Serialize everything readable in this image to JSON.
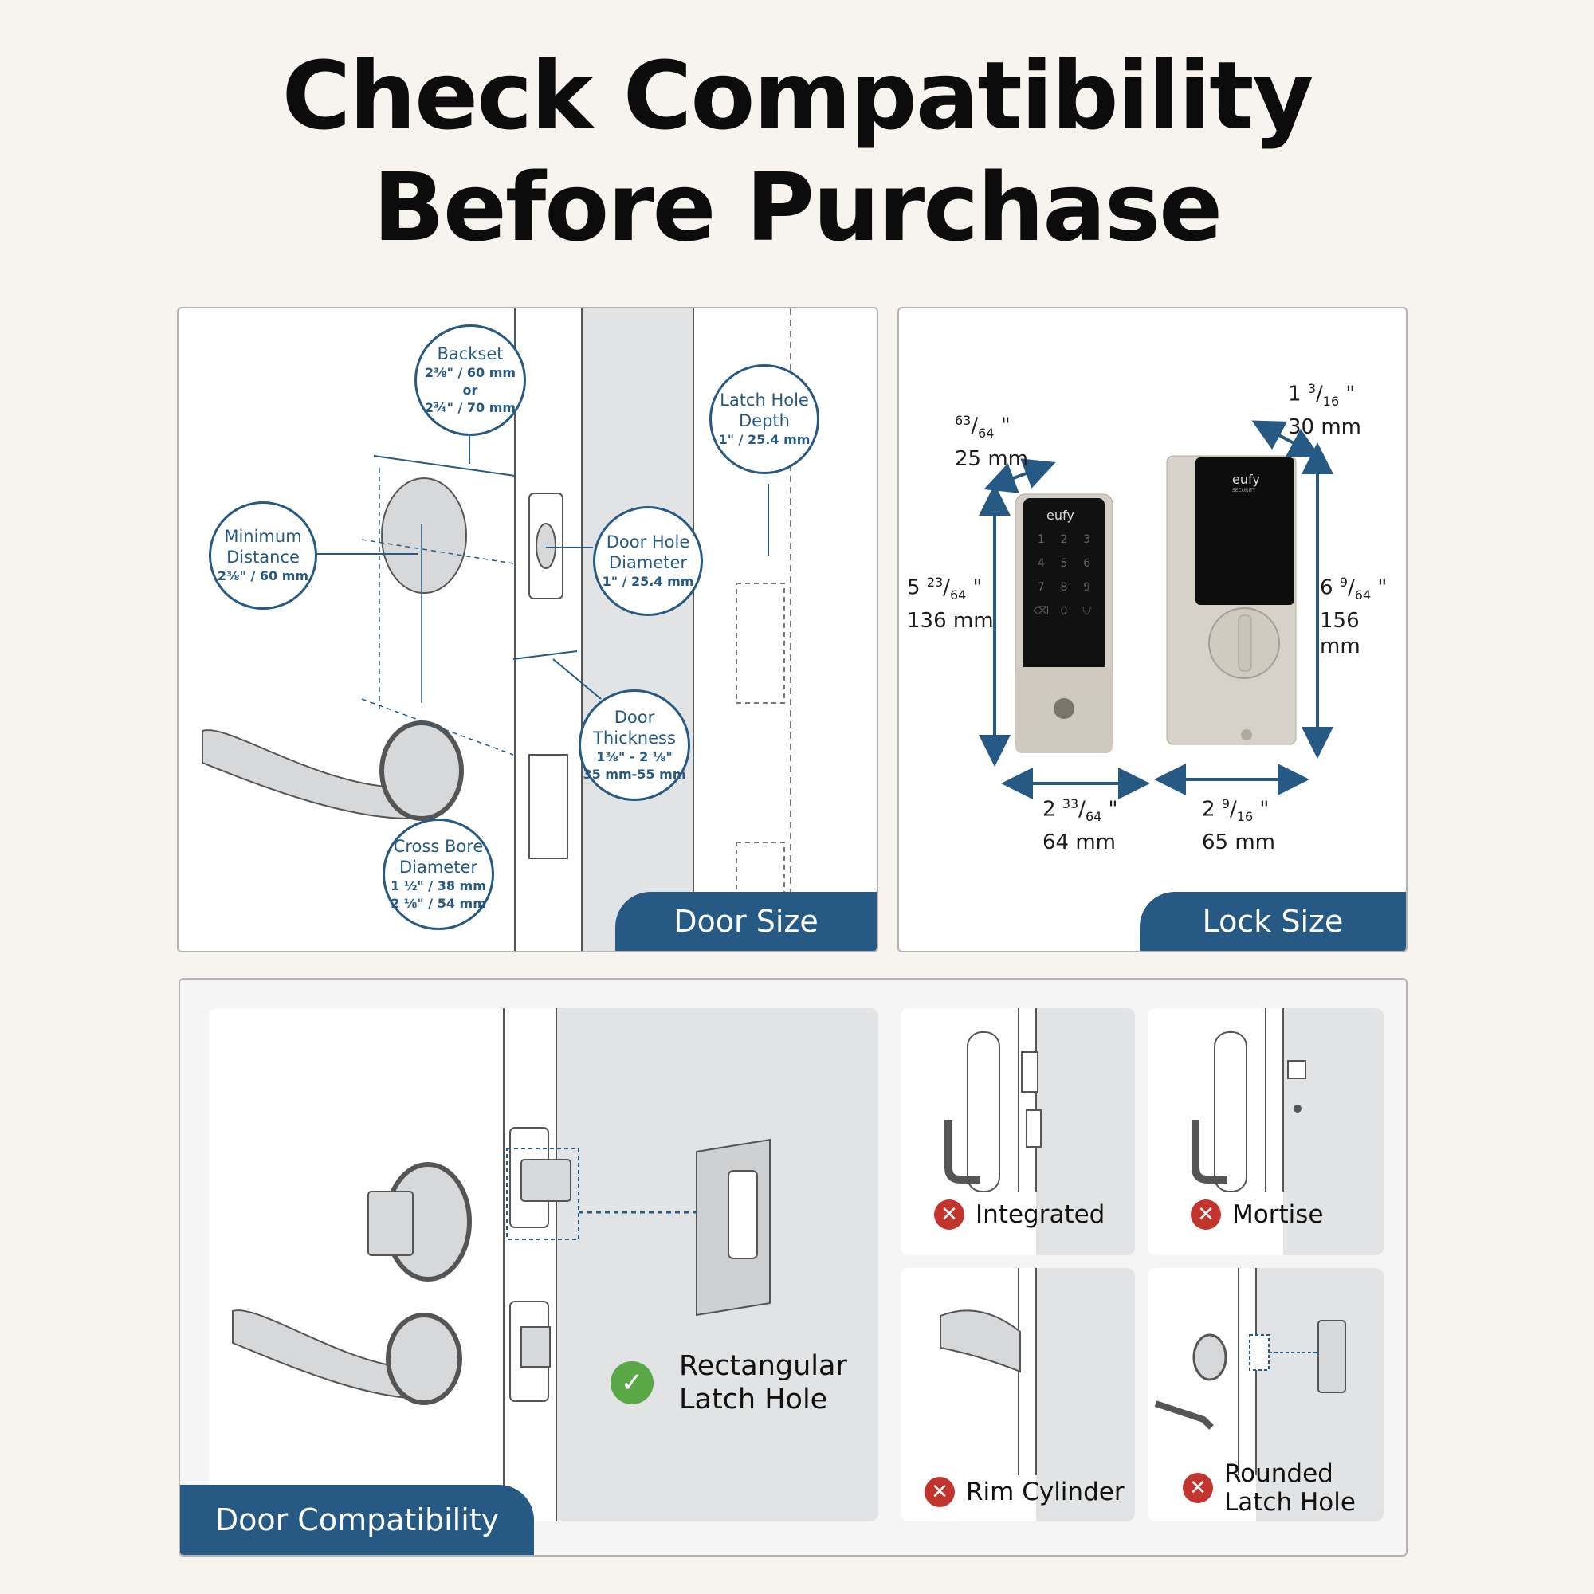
{
  "title": {
    "line1": "Check Compatibility",
    "line2": "Before Purchase"
  },
  "door_size_panel": {
    "tab_label": "Door Size",
    "callouts": {
      "backset": {
        "heading": "Backset",
        "value1": "2⅜\" / 60 mm or",
        "value2": "2¾\" / 70 mm"
      },
      "minimum_distance": {
        "heading1": "Minimum",
        "heading2": "Distance",
        "value1": "2⅜\" / 60 mm"
      },
      "door_hole_diameter": {
        "heading1": "Door Hole",
        "heading2": "Diameter",
        "value1": "1\" / 25.4 mm"
      },
      "latch_hole_depth": {
        "heading1": "Latch Hole",
        "heading2": "Depth",
        "value1": "1\" / 25.4 mm"
      },
      "door_thickness": {
        "heading1": "Door",
        "heading2": "Thickness",
        "value1": "1⅜\" - 2 ⅛\"",
        "value2": "35 mm-55 mm"
      },
      "cross_bore_diameter": {
        "heading1": "Cross Bore",
        "heading2": "Diameter",
        "value1": "1 ½\" / 38 mm",
        "value2": "2 ⅛\" / 54 mm"
      }
    }
  },
  "lock_size_panel": {
    "tab_label": "Lock Size",
    "brand_logo": "eufy",
    "brand_sub": "SECURITY",
    "keypad_keys": [
      "1",
      "2",
      "3",
      "4",
      "5",
      "6",
      "7",
      "8",
      "9",
      "0"
    ],
    "dimensions": {
      "keypad_depth": {
        "whole": "",
        "num": "63",
        "den": "64",
        "mm": "25 mm"
      },
      "interior_depth": {
        "whole": "1",
        "num": "3",
        "den": "16",
        "mm": "30 mm"
      },
      "keypad_height": {
        "whole": "5",
        "num": "23",
        "den": "64",
        "mm": "136 mm"
      },
      "interior_height": {
        "whole": "6",
        "num": "9",
        "den": "64",
        "mm": "156 mm"
      },
      "keypad_width": {
        "whole": "2",
        "num": "33",
        "den": "64",
        "mm": "64 mm"
      },
      "interior_width": {
        "whole": "2",
        "num": "9",
        "den": "16",
        "mm": "65 mm"
      }
    }
  },
  "door_compatibility_panel": {
    "tab_label": "Door Compatibility",
    "compatible": {
      "status_icon": "check-icon",
      "line1": "Rectangular",
      "line2": "Latch Hole"
    },
    "incompatible": [
      {
        "status_icon": "x-icon",
        "line1": "Integrated",
        "line2": ""
      },
      {
        "status_icon": "x-icon",
        "line1": "Mortise",
        "line2": ""
      },
      {
        "status_icon": "x-icon",
        "line1": "Rim Cylinder",
        "line2": ""
      },
      {
        "status_icon": "x-icon",
        "line1": "Rounded",
        "line2": "Latch Hole"
      }
    ]
  },
  "colors": {
    "accent_blue": "#265a85",
    "ok_green": "#5aa845",
    "error_red": "#c2342e",
    "background": "#f7f4ef"
  }
}
